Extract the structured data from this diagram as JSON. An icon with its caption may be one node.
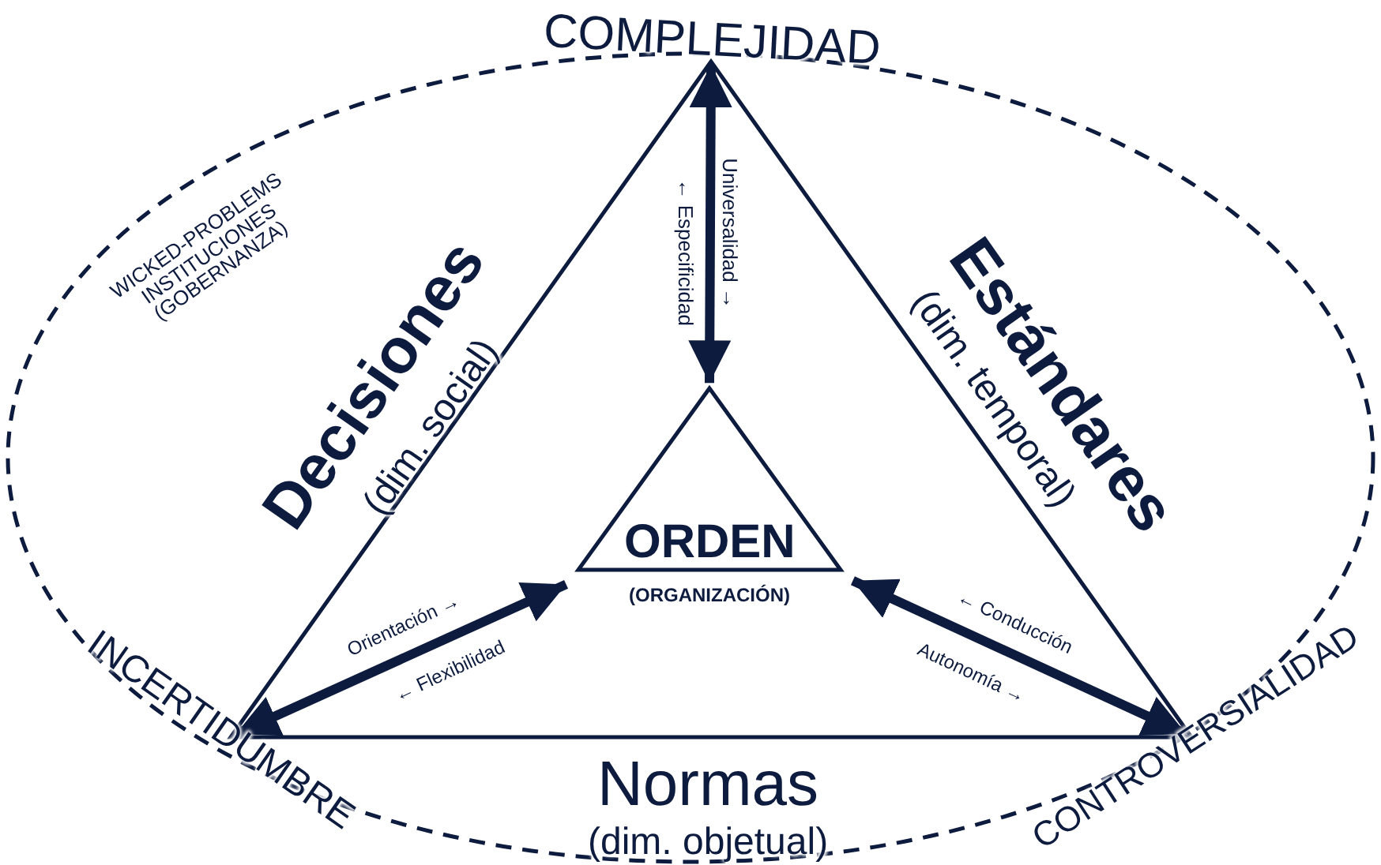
{
  "diagram": {
    "nodes": [
      {
        "text": [
          "COMPLEJIDAD",
          "WICKED-PROBLEMS INSTITUCIONES (GOBERNANZA)",
          "INCERTIDUMBRE",
          "CONTROVERSIALIDAD"
        ]
      },
      {
        "text": [
          "Decisiones",
          "(dim. social)",
          "Estándares",
          "(dim. temporal)",
          "Normas",
          "(dim. objetual)"
        ],
        "in": 0
      },
      {
        "text": [
          "ORDEN",
          "(ORGANIZACIÓN)"
        ],
        "in": 1
      }
    ],
    "edges": [
      {
        "from": 2,
        "to": 1,
        "arrow": "both"
      },
      {
        "from": 2,
        "to": 1,
        "arrow": "both"
      },
      {
        "from": 2,
        "to": 1,
        "arrow": "both"
      }
    ],
    "labels": [
      "Universalidad →",
      "← Especificidad",
      "Orientación →",
      "← Flexibilidad",
      "← Conducción",
      "Autonomía →"
    ]
  }
}
